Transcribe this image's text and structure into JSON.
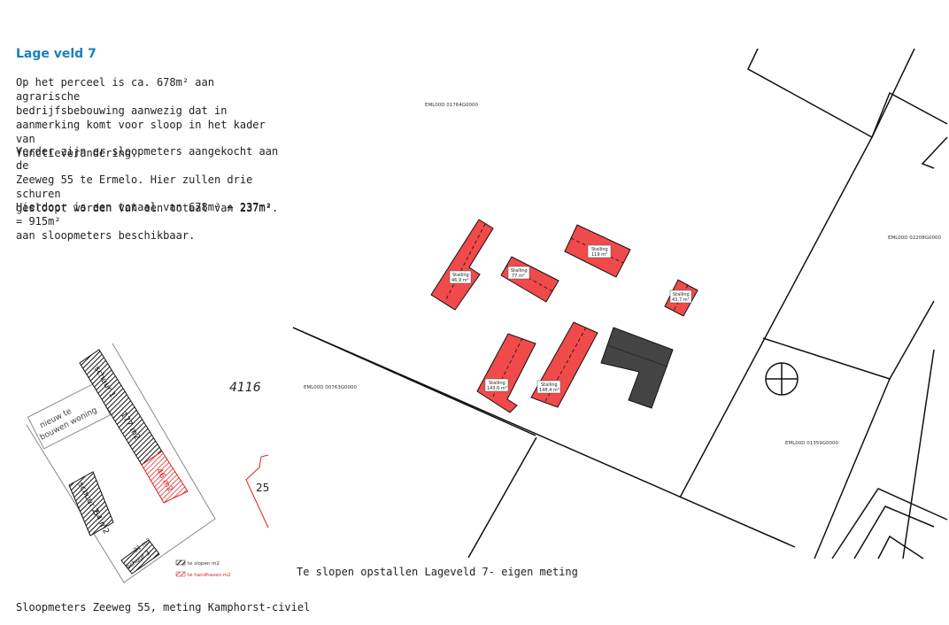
{
  "heading": "Lage veld 7",
  "paragraphs": [
    "Op het perceel is ca. 678m² aan agrarische\nbedrijfsbebouwing aanwezig dat in\naanmerking komt voor sloop in het kader van\nfunctieverandering.",
    "Verder zijn er sloopmeters aangekocht aan de\nZeeweg 55 te Ermelo. Hier zullen drie schuren\ngesloopt worden van een totaal van 237m².",
    "Hierdoor is een totaal van 678m² + 237m² = 915m²\naan sloopmeters beschikbaar."
  ],
  "captions": {
    "left": "Sloopmeters Zeeweg 55, meting Kamphorst-civiel",
    "right": "Te slopen opstallen Lageveld 7- eigen meting"
  },
  "left_map": {
    "number_4116": "4116",
    "number_25": "25",
    "new_house_line1": "nieuw te",
    "new_house_line2": "bouwen woning",
    "schuur1": "schuur 1",
    "schuur1_area": "177 m2",
    "schuur2": "schuur 2",
    "schuur2_area": "54 m2",
    "schuur3": "schuur 3",
    "schuur3_area": "21 m2",
    "red_area": "46 m2",
    "legend_black": "te slopen m2",
    "legend_red": "te handhaven m2"
  },
  "parcels": {
    "p1": "EML00D 01764G0000",
    "p2": "EML00D 02208G0000",
    "p3": "EML00D 00763G0000",
    "p4": "EML00D 01359G0000"
  },
  "buildings": [
    {
      "label": "Stalling",
      "area": "46,9 m²"
    },
    {
      "label": "Stalling",
      "area": "77 m²"
    },
    {
      "label": "Stalling",
      "area": "119 m²"
    },
    {
      "label": "Stalling",
      "area": "43,7 m²"
    },
    {
      "label": "Stalling",
      "area": "143,6 m²"
    },
    {
      "label": "Stalling",
      "area": "148,4 m²"
    }
  ],
  "colors": {
    "heading": "#1a7fc1",
    "demolish_red": "#f04a4a",
    "existing_dark": "#444444"
  }
}
